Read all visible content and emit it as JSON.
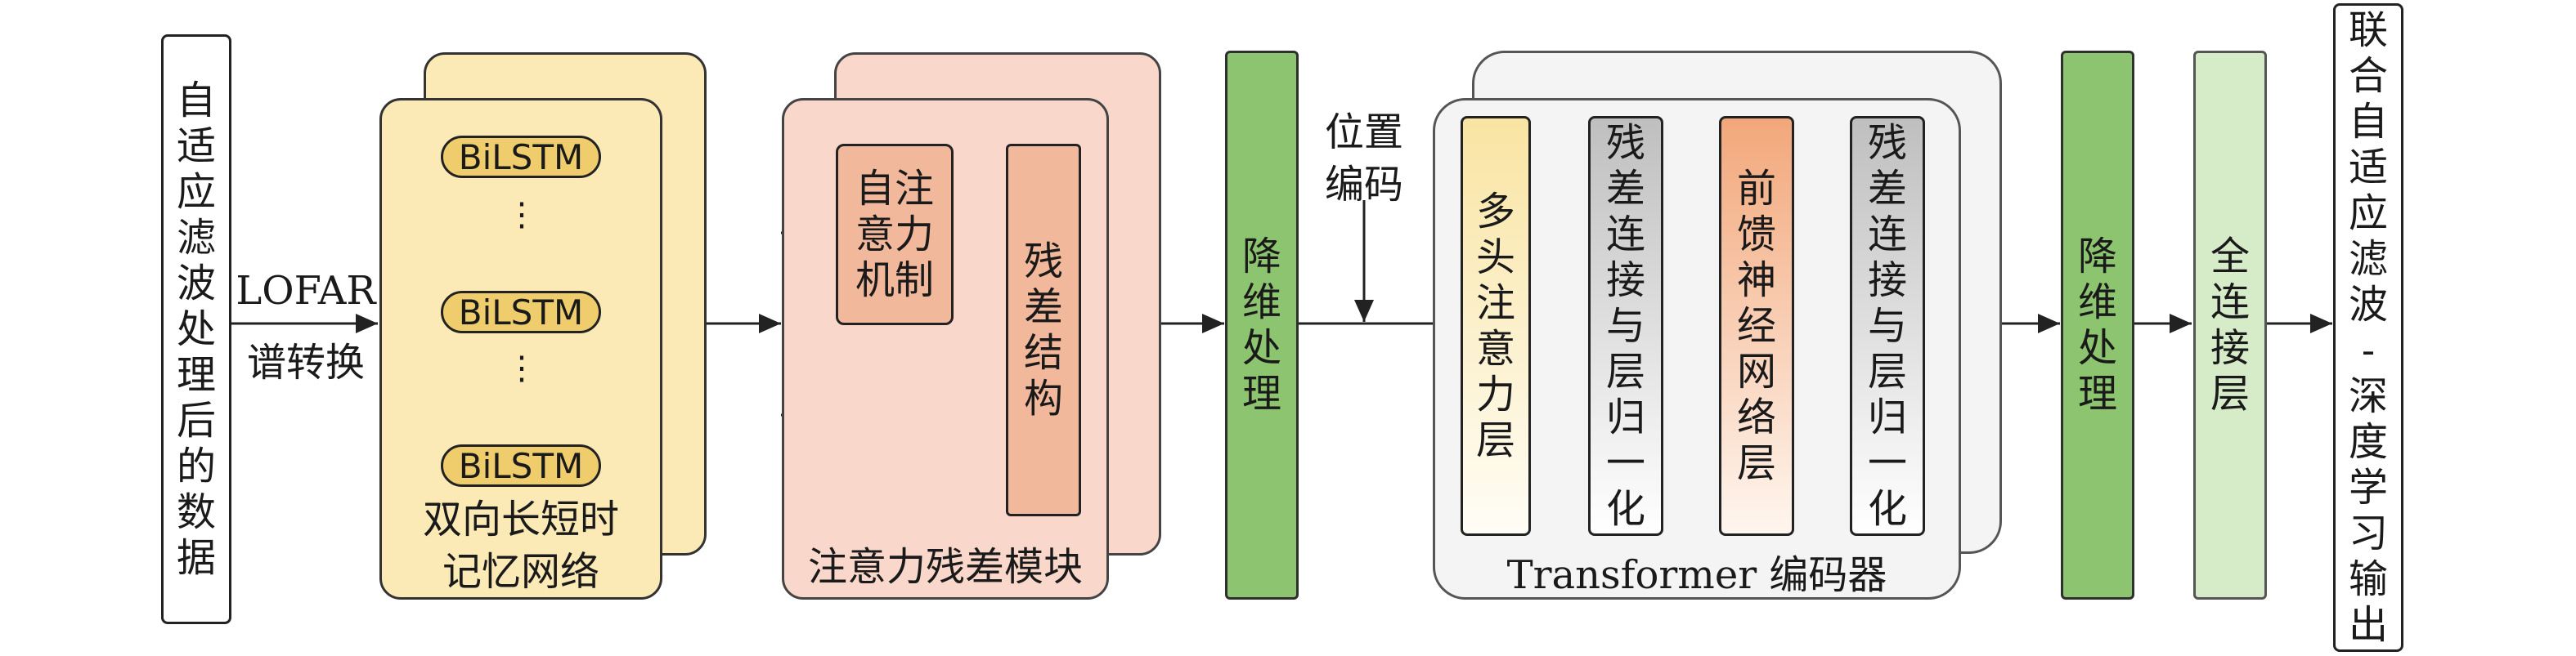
{
  "diagram": {
    "input_box": "自适应滤波处理后的数据",
    "lofar_label": "LOFAR",
    "lofar_sub": "谱转换",
    "bilstm": {
      "cells": [
        "BiLSTM",
        "BiLSTM",
        "BiLSTM"
      ],
      "dots": "⋮",
      "caption_line1": "双向长短时",
      "caption_line2": "记忆网络"
    },
    "attention_module": {
      "self_attention": "自注意力机制",
      "residual": "残差结构",
      "caption": "注意力残差模块"
    },
    "reduce1": "降维处理",
    "pos_encoding_line1": "位置",
    "pos_encoding_line2": "编码",
    "transformer": {
      "mha": "多头注意力层",
      "addnorm1": "残差连接与层归一化",
      "ffn": "前馈神经网络层",
      "addnorm2": "残差连接与层归一化",
      "caption": "Transformer 编码器"
    },
    "reduce2": "降维处理",
    "fc": "全连接层",
    "output_box": "联合自适应滤波 - 深度学习输出"
  },
  "colors": {
    "bilstm_panel": "#fbeab6",
    "bilstm_pill": "#f0cd6c",
    "attention_panel": "#f9d8cb",
    "attention_inner": "#f2b89c",
    "reduce_green": "#8cc46f",
    "fc_green": "#d6ebc8",
    "transformer_panel": "#f4f4f4",
    "mha_gradient_top": "#f9e4a2",
    "ffn_gradient_top": "#f2a77a",
    "addnorm_gradient_top": "#bfbfbf"
  }
}
